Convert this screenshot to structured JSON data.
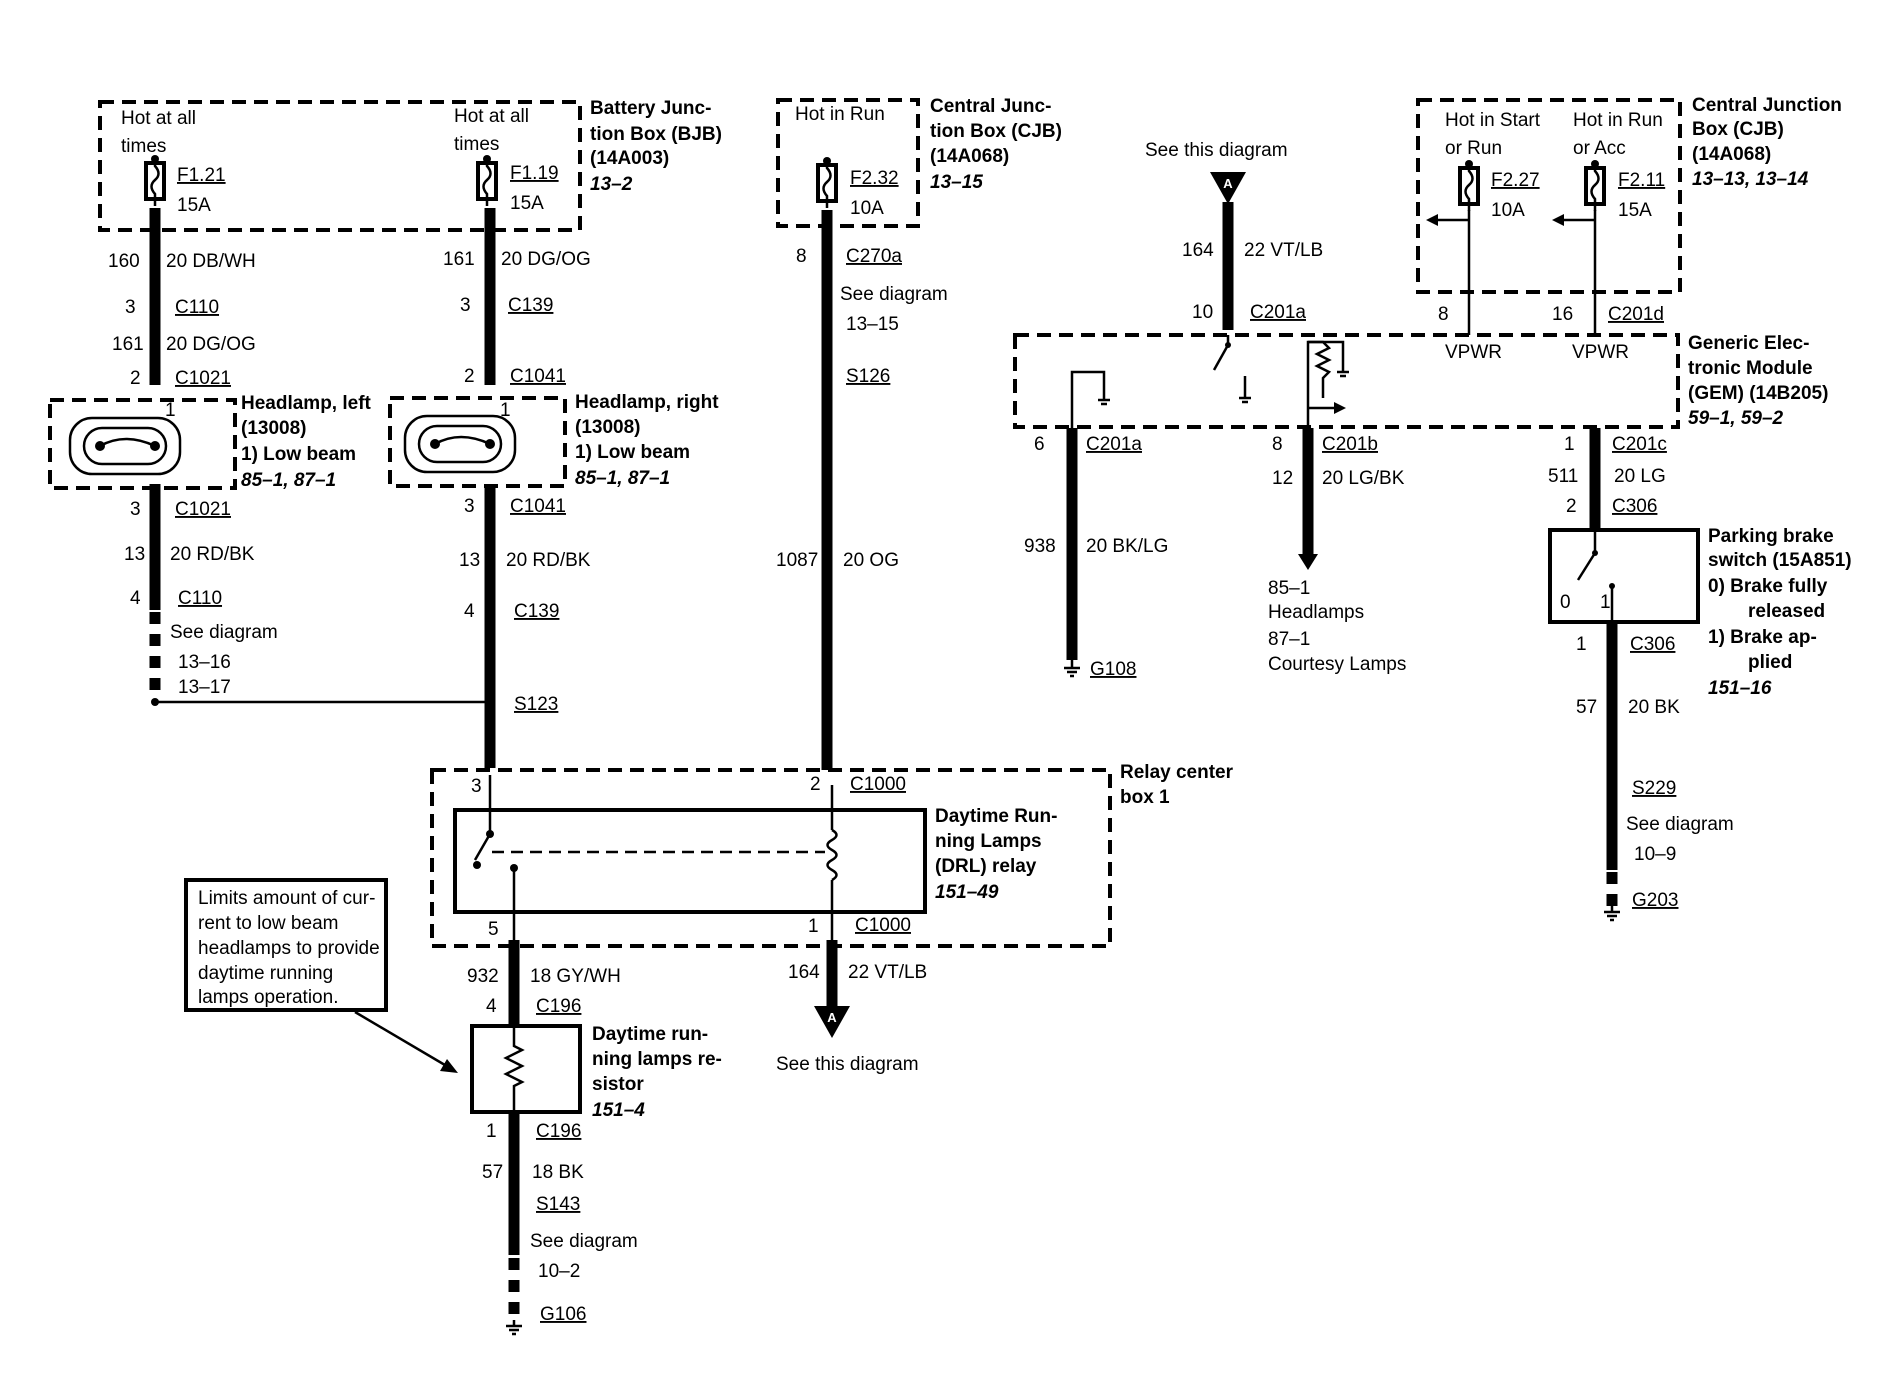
{
  "bjb": {
    "label_1": "Battery Junc-",
    "label_2": "tion Box (BJB)",
    "label_3": "(14A003)",
    "ref": "13–2",
    "hot_left_1": "Hot at all",
    "hot_left_2": "times",
    "hot_right_1": "Hot at all",
    "hot_right_2": "times",
    "fuse_1": "F1.21",
    "fuse_1_amp": "15A",
    "fuse_2": "F1.19",
    "fuse_2_amp": "15A"
  },
  "cjb_mid": {
    "label_1": "Central Junc-",
    "label_2": "tion Box (CJB)",
    "label_3": "(14A068)",
    "ref": "13–15",
    "hot": "Hot in Run",
    "fuse": "F2.32",
    "fuse_amp": "10A"
  },
  "cjb_right": {
    "label_1": "Central Junction",
    "label_2": "Box (CJB)",
    "label_3": "(14A068)",
    "ref": "13–13, 13–14",
    "hot_a_1": "Hot in Start",
    "hot_a_2": "or Run",
    "hot_b_1": "Hot in Run",
    "hot_b_2": "or Acc",
    "fuse_a": "F2.27",
    "fuse_a_amp": "10A",
    "fuse_b": "F2.11",
    "fuse_b_amp": "15A"
  },
  "left_circuit": {
    "w1_num": "160",
    "w1_spec": "20 DB/WH",
    "c110_pin": "3",
    "c110": "C110",
    "w2_num": "161",
    "w2_spec": "20 DG/OG",
    "c1021_pin_top": "2",
    "c1021_top": "C1021",
    "lamp_pin": "1",
    "lamp_label_1": "Headlamp, left",
    "lamp_label_2": "(13008)",
    "lamp_label_3": "1)   Low beam",
    "lamp_ref": "85–1, 87–1",
    "c1021_pin_bot": "3",
    "c1021_bot": "C1021",
    "w3_num": "13",
    "w3_spec": "20 RD/BK",
    "c110b_pin": "4",
    "c110b": "C110",
    "see_1": "See diagram",
    "see_2": "13–16",
    "see_3": "13–17"
  },
  "right_circuit": {
    "w1_num": "161",
    "w1_spec": "20 DG/OG",
    "c139_pin": "3",
    "c139": "C139",
    "c1041_pin_top": "2",
    "c1041_top": "C1041",
    "lamp_pin": "1",
    "lamp_label_1": "Headlamp, right",
    "lamp_label_2": "(13008)",
    "lamp_label_3": "1)   Low beam",
    "lamp_ref": "85–1, 87–1",
    "c1041_pin_bot": "3",
    "c1041_bot": "C1041",
    "w3_num": "13",
    "w3_spec": "20 RD/BK",
    "c139b_pin": "4",
    "c139b": "C139",
    "splice": "S123"
  },
  "mid_circuit": {
    "pin_8": "8",
    "c270a": "C270a",
    "see_1": "See diagram",
    "see_2": "13–15",
    "splice": "S126",
    "w_num": "1087",
    "w_spec": "20 OG"
  },
  "relay_center": {
    "label_1": "Relay center",
    "label_2": "box 1",
    "pin_3": "3",
    "pin_2": "2",
    "c1000_top": "C1000",
    "pin_5": "5",
    "pin_1": "1",
    "c1000_bot": "C1000",
    "drl_1": "Daytime Run-",
    "drl_2": "ning Lamps",
    "drl_3": "(DRL) relay",
    "drl_ref": "151–49"
  },
  "resistor": {
    "note_1": "Limits amount of cur-",
    "note_2": "rent to low beam",
    "note_3": "headlamps to provide",
    "note_4": "daytime running",
    "note_5": "lamps operation.",
    "w_num": "932",
    "w_spec": "18 GY/WH",
    "pin_top": "4",
    "c196_top": "C196",
    "label_1": "Daytime run-",
    "label_2": "ning lamps re-",
    "label_3": "sistor",
    "ref": "151–4",
    "pin_bot": "1",
    "c196_bot": "C196",
    "w2_num": "57",
    "w2_spec": "18 BK",
    "splice": "S143",
    "see_1": "See diagram",
    "see_2": "10–2",
    "ground": "G106"
  },
  "vt_lb_out": {
    "w_num": "164",
    "w_spec": "22 VT/LB",
    "marker": "A",
    "see": "See this diagram"
  },
  "gem_input": {
    "see": "See this diagram",
    "marker": "A",
    "w_num": "164",
    "w_spec": "22 VT/LB",
    "pin": "10",
    "connector": "C201a",
    "pin_8": "8",
    "pin_16": "16",
    "c201d": "C201d",
    "vpwr_1": "VPWR",
    "vpwr_2": "VPWR"
  },
  "gem": {
    "label_1": "Generic Elec-",
    "label_2": "tronic Module",
    "label_3": "(GEM) (14B205)",
    "ref": "59–1, 59–2",
    "pin_6": "6",
    "c201a": "C201a",
    "pin_8": "8",
    "c201b": "C201b",
    "pin_1": "1",
    "c201c": "C201c"
  },
  "gem_outputs": {
    "w938_num": "938",
    "w938_spec": "20 BK/LG",
    "ground": "G108",
    "w12_num": "12",
    "w12_spec": "20 LG/BK",
    "dest_1": "85–1",
    "dest_2": "Headlamps",
    "dest_3": "87–1",
    "dest_4": "Courtesy Lamps",
    "w511_num": "511",
    "w511_spec": "20 LG",
    "c306_pin": "2",
    "c306": "C306"
  },
  "parking_brake": {
    "label_1": "Parking brake",
    "label_2": "switch (15A851)",
    "opt_0": "0)   Brake fully",
    "opt_0b": "released",
    "opt_1": "1)   Brake ap-",
    "opt_1b": "plied",
    "ref": "151–16",
    "sw_0": "0",
    "sw_1": "1",
    "c306_pin": "1",
    "c306": "C306",
    "w_num": "57",
    "w_spec": "20 BK",
    "splice": "S229",
    "see_1": "See diagram",
    "see_2": "10–9",
    "ground": "G203"
  }
}
